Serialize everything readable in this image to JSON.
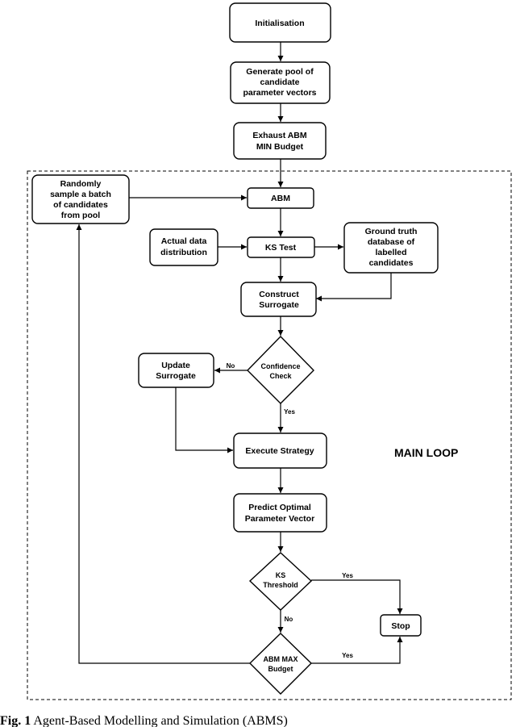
{
  "nodes": {
    "initialisation": "Initialisation",
    "generate_pool": [
      "Generate pool of",
      "candidate",
      "parameter vectors"
    ],
    "exhaust_min": [
      "Exhaust ABM",
      "MIN Budget"
    ],
    "random_sample": [
      "Randomly",
      "sample a batch",
      "of candidates",
      "from pool"
    ],
    "abm": "ABM",
    "actual_data": [
      "Actual data",
      "distribution"
    ],
    "ks_test": "KS Test",
    "ground_truth": [
      "Ground truth",
      "database of",
      "labelled",
      "candidates"
    ],
    "construct_surrogate": [
      "Construct",
      "Surrogate"
    ],
    "update_surrogate": [
      "Update",
      "Surrogate"
    ],
    "confidence_check": [
      "Confidence",
      "Check"
    ],
    "execute_strategy": "Execute Strategy",
    "predict_optimal": [
      "Predict Optimal",
      "Parameter Vector"
    ],
    "ks_threshold": [
      "KS",
      "Threshold"
    ],
    "stop": "Stop",
    "abm_max": [
      "ABM MAX",
      "Budget"
    ]
  },
  "edge_labels": {
    "confidence_no": "No",
    "confidence_yes": "Yes",
    "ks_yes": "Yes",
    "ks_no": "No",
    "max_yes": "Yes"
  },
  "loop_label": "MAIN LOOP",
  "caption": {
    "prefix": "Fig. 1",
    "text": " Agent-Based Modelling and Simulation (ABMS)"
  }
}
